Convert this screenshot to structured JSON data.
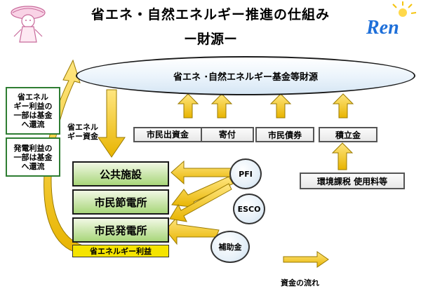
{
  "title": "省エネ・自然エネルギー推進の仕組み",
  "subtitle": "ー財源ー",
  "fund": "省エネ ･自然エネルギー基金等財源",
  "left_boxes": [
    "省エネル\nギー利益の\n一部は基金\nへ還流",
    "発電利益の\n一部は基金\nへ還流"
  ],
  "arrow_label": "省エネル\nギー資金",
  "sources": [
    "市民出資金",
    "寄付",
    "市民債券",
    "積立金"
  ],
  "tax_box": "環境課税  使用料等",
  "facilities": [
    "公共施設",
    "市民節電所",
    "市民発電所"
  ],
  "savings_bar": "省エネルギー利益",
  "circles": [
    "PFI",
    "ESCO",
    "補助金"
  ],
  "legend_label": "資金の流れ",
  "logo_text": "Ren",
  "colors": {
    "arrow_yellow": "#f5c40f",
    "facility_green": "#a8d67a",
    "box_border_green": "#2e7d32"
  }
}
